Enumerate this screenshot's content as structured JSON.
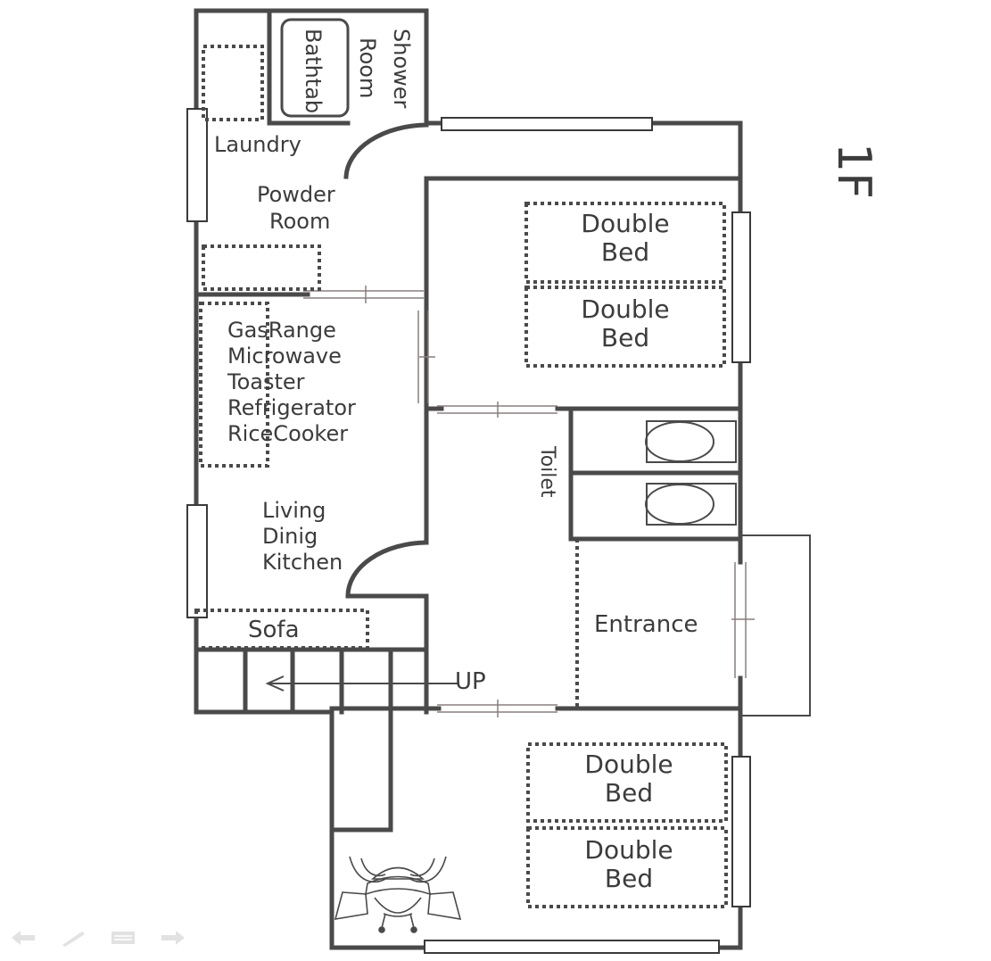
{
  "floor_label": "1F",
  "rooms": {
    "shower_room": "Shower Room",
    "bathtub": "Bathtab",
    "laundry": "Laundry",
    "powder_room": [
      "Powder",
      "Room"
    ],
    "kitchen_items": [
      "GasRange",
      "Microwave",
      "Toaster",
      "Refrigerator",
      "RiceCooker"
    ],
    "living": [
      "Living",
      "Dinig",
      "Kitchen"
    ],
    "sofa": "Sofa",
    "stairs_label": "UP",
    "toilet": "Toilet",
    "entrance": "Entrance",
    "beds_upper": [
      [
        "Double",
        "Bed"
      ],
      [
        "Double",
        "Bed"
      ]
    ],
    "beds_lower": [
      [
        "Double",
        "Bed"
      ],
      [
        "Double",
        "Bed"
      ]
    ]
  },
  "icons": {
    "decoration": "samurai-helmet-icon",
    "nav": [
      "arrow-left-icon",
      "pen-icon",
      "menu-icon",
      "arrow-right-icon"
    ]
  },
  "colors": {
    "wall": "#4a4a4a",
    "text": "#3c3c3c",
    "sliding_door": "#8a7e7e"
  }
}
